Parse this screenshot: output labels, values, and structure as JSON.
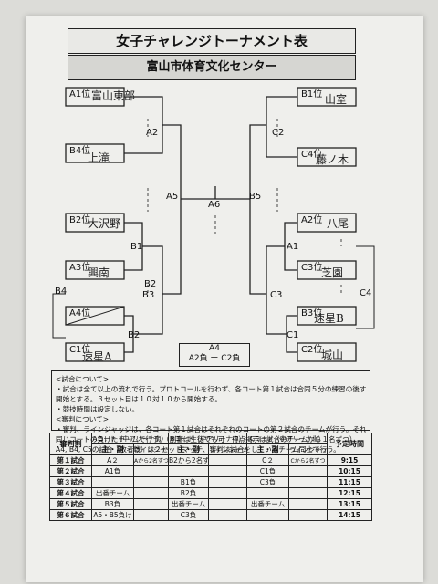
{
  "header": {
    "title": "女子チャレンジトーナメント表",
    "venue": "富山市体育文化センター"
  },
  "slots": {
    "A1": {
      "label": "A1位",
      "team": "富山東部"
    },
    "B4": {
      "label": "B4位",
      "team": "上滝"
    },
    "B2": {
      "label": "B2位",
      "team": "大沢野"
    },
    "A3": {
      "label": "A3位",
      "team": "興南"
    },
    "A4": {
      "label": "A4位",
      "team": ""
    },
    "C1": {
      "label": "C1位",
      "team": "速星A"
    },
    "B1": {
      "label": "B1位",
      "team": "山室"
    },
    "C4": {
      "label": "C4位",
      "team": "藤ノ木"
    },
    "A2": {
      "label": "A2位",
      "team": "八尾"
    },
    "C3": {
      "label": "C3位",
      "team": "芝園"
    },
    "B3": {
      "label": "B3位",
      "team": "速星B"
    },
    "C2": {
      "label": "C2位",
      "team": "城山"
    }
  },
  "matches": {
    "A2": "A2",
    "A5": "A5",
    "A6": "A6",
    "B5": "B5",
    "C2": "C2",
    "B1": "B1",
    "B2": "B2",
    "B2b": "B2",
    "B3": "B3",
    "B4": "B4",
    "A1": "A1",
    "C3": "C3",
    "C4": "C4",
    "C1": "C1"
  },
  "final": {
    "line1": "A4",
    "line2": "A2負 ー C2負"
  },
  "notes": [
    "<試合について>",
    "・試合は全て以上の流れで行う。プロトコールを行わず、各コート第１試合は合同５分の練習の後すぐに試合",
    "開始とする。３セット目は１０対１０から開始する。",
    "・競技時間は設定しない。",
    "<審判について>",
    "・審判、ラインジャッジは、各コート第１試合はそれぞれのコートの第２試合のチームが行う。それ以降は",
    "同じコートの負けたチームで行う。（副審は生徒でも可　得点掲示は試合のチームから１名ずつ）",
    "A4, B4, C5の試合（敗者戦）は２セットマッチ、審判は試合をしているチーム同士で行う。"
  ],
  "schedule": {
    "col_referee": "審判割",
    "courts": [
      "Aコート（中アリーナ南）",
      "Bコート（中アリーナ中）",
      "Cコート（中アリーナ北）"
    ],
    "sub_main": "主・副",
    "sub_line": "ラインジャッジ",
    "col_time": "予定時間",
    "rows": [
      {
        "name": "第１試合",
        "a": "A２",
        "a_line": "Aから2名ずつ",
        "b": "B2から2名ずつ",
        "b_line": "",
        "c": "C２",
        "c_line": "Cから2名ずつ",
        "time": "9:15"
      },
      {
        "name": "第２試合",
        "a": "A1負",
        "a_line": "",
        "b": "",
        "b_line": "",
        "c": "C1負",
        "c_line": "",
        "time": "10:15"
      },
      {
        "name": "第３試合",
        "a": "",
        "a_line": "",
        "b": "B1負",
        "b_line": "",
        "c": "C3負",
        "c_line": "",
        "time": "11:15"
      },
      {
        "name": "第４試合",
        "a": "出番チーム",
        "a_line": "",
        "b": "B2負",
        "b_line": "",
        "c": "",
        "c_line": "",
        "time": "12:15"
      },
      {
        "name": "第５試合",
        "a": "B3負",
        "a_line": "",
        "b": "出番チーム",
        "b_line": "",
        "c": "出番チーム",
        "c_line": "",
        "time": "13:15"
      },
      {
        "name": "第６試合",
        "a": "A5・B5負け",
        "a_line": "",
        "b": "C3負",
        "b_line": "",
        "c": "",
        "c_line": "",
        "time": "14:15"
      }
    ]
  }
}
